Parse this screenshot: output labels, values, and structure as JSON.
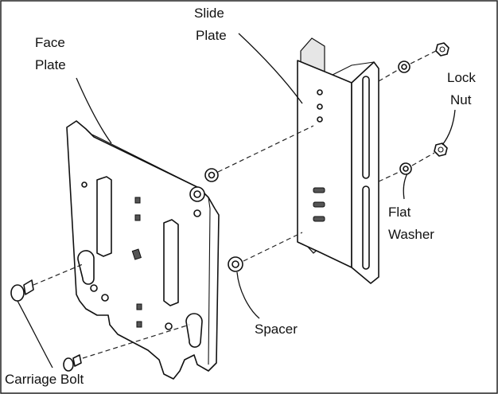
{
  "labels": {
    "face_plate": [
      "Face",
      "Plate"
    ],
    "slide_plate": [
      "Slide",
      "Plate"
    ],
    "lock_nut": [
      "Lock",
      "Nut"
    ],
    "flat_washer": [
      "Flat",
      "Washer"
    ],
    "spacer": "Spacer",
    "carriage_bolt": "Carriage Bolt"
  }
}
